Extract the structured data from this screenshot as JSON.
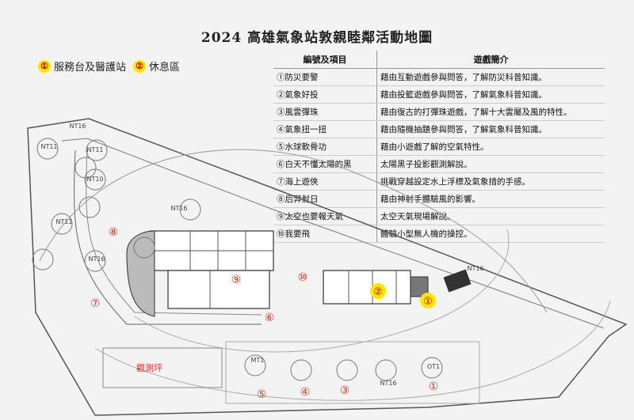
{
  "title": "2024 高雄氣象站敦親睦鄰活動地圖",
  "legend": [
    {
      "mark": "①",
      "label": "服務台及醫護站"
    },
    {
      "mark": "②",
      "label": "休息區"
    }
  ],
  "table": {
    "headers": [
      "編號及項目",
      "遊戲簡介"
    ],
    "rows": [
      {
        "item": "①防災要警",
        "desc": "藉由互動遊戲參與問答，了解防災科普知識。"
      },
      {
        "item": "②氣象好投",
        "desc": "藉由投籃遊戲參與問答，了解氣象科普知識。"
      },
      {
        "item": "③風雲彈珠",
        "desc": "藉由復古的打彈珠遊戲，了解十大雲屬及風的特性。"
      },
      {
        "item": "④氣象扭一扭",
        "desc": "藉由隨機抽題參與問答，了解氣象科普知識。"
      },
      {
        "item": "⑤水球軟骨功",
        "desc": "藉由小遊戲了解的空氣特性。"
      },
      {
        "item": "⑥白天不懂太陽的黑",
        "desc": "太陽黑子投影觀測解說。"
      },
      {
        "item": "⑦海上遊俠",
        "desc": "挑戰穿越設定水上浮標及氣象措的手感。"
      },
      {
        "item": "⑧后羿射日",
        "desc": "藉由神射手體驗風的影響。"
      },
      {
        "item": "⑨太空也要報天氣",
        "desc": "太空天氣現場解說。"
      },
      {
        "item": "⑩我要飛",
        "desc": "體驗小型無人機的操控。"
      }
    ]
  },
  "map": {
    "tree_labels": [
      "NT11",
      "NT16",
      "NT11",
      "NT10",
      "NT11",
      "NT16",
      "NT16",
      "NT16",
      "MT1",
      "OT1",
      "NT16"
    ],
    "area_label": "觀測坪",
    "markers_red": [
      "⑧",
      "⑦",
      "⑨",
      "⑩",
      "⑥",
      "⑤",
      "④",
      "③",
      "①"
    ],
    "markers_yellow": [
      "②",
      "①"
    ],
    "colors": {
      "marker_red": "#d8332a",
      "marker_yellow": "#ffe600",
      "lines": "#555555"
    }
  }
}
